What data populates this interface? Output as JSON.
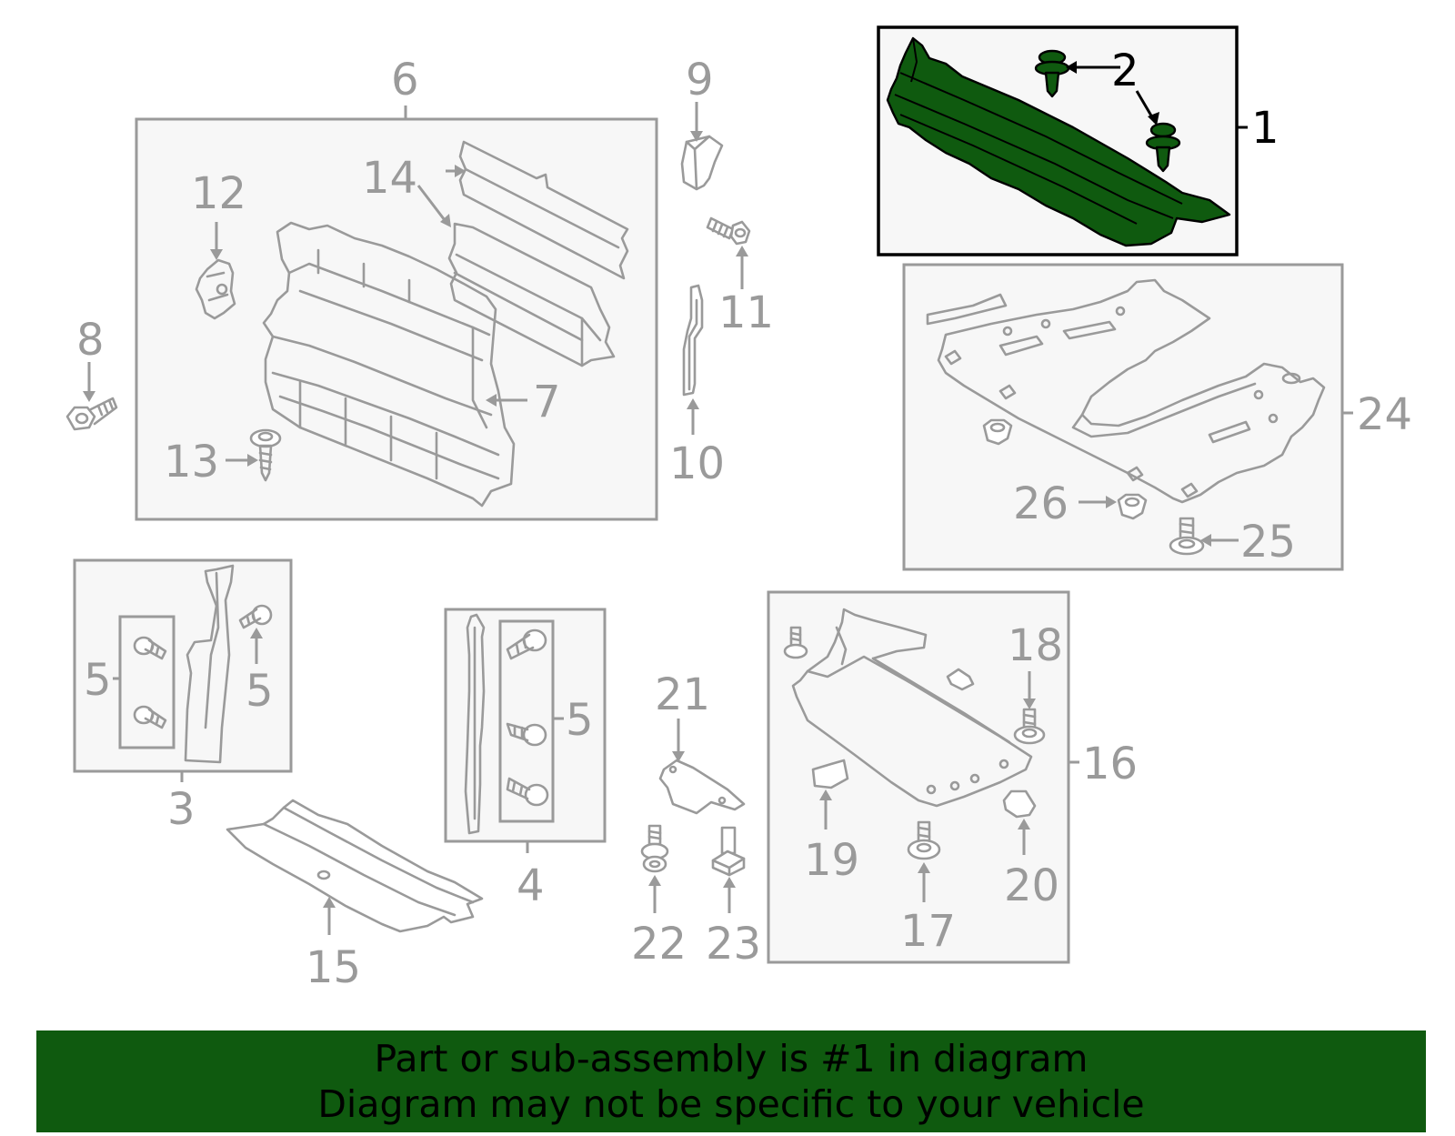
{
  "colors": {
    "highlight_fill": "#0f5a0f",
    "part_line": "#9a9a9a",
    "banner_background": "#0f5a0f",
    "banner_text": "#000000"
  },
  "highlighted_part": "1",
  "callouts": {
    "c1": "1",
    "c2": "2",
    "c3": "3",
    "c4": "4",
    "c5a": "5",
    "c5b": "5",
    "c5c": "5",
    "c6": "6",
    "c7": "7",
    "c8": "8",
    "c9": "9",
    "c10": "10",
    "c11": "11",
    "c12": "12",
    "c13": "13",
    "c14": "14",
    "c15": "15",
    "c16": "16",
    "c17": "17",
    "c18": "18",
    "c19": "19",
    "c20": "20",
    "c21": "21",
    "c22": "22",
    "c23": "23",
    "c24": "24",
    "c25": "25",
    "c26": "26"
  },
  "banner": {
    "line1": "Part or sub-assembly is #1 in diagram",
    "line2": "Diagram may not be specific to your vehicle"
  }
}
